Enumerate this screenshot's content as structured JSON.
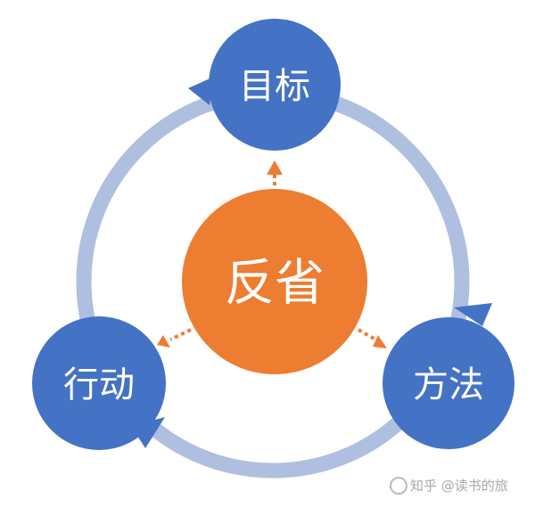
{
  "diagram": {
    "center": {
      "label": "反省"
    },
    "nodes": [
      {
        "id": "goal",
        "label": "目标"
      },
      {
        "id": "method",
        "label": "方法"
      },
      {
        "id": "action",
        "label": "行动"
      }
    ]
  },
  "watermark": {
    "text": "知乎 @读书的旅"
  },
  "colors": {
    "node_fill": "#4472C4",
    "center_fill": "#ED7D31",
    "ring": "#AFBFE0",
    "dotted_arrow": "#ED7D31",
    "text": "#FFFFFF"
  }
}
